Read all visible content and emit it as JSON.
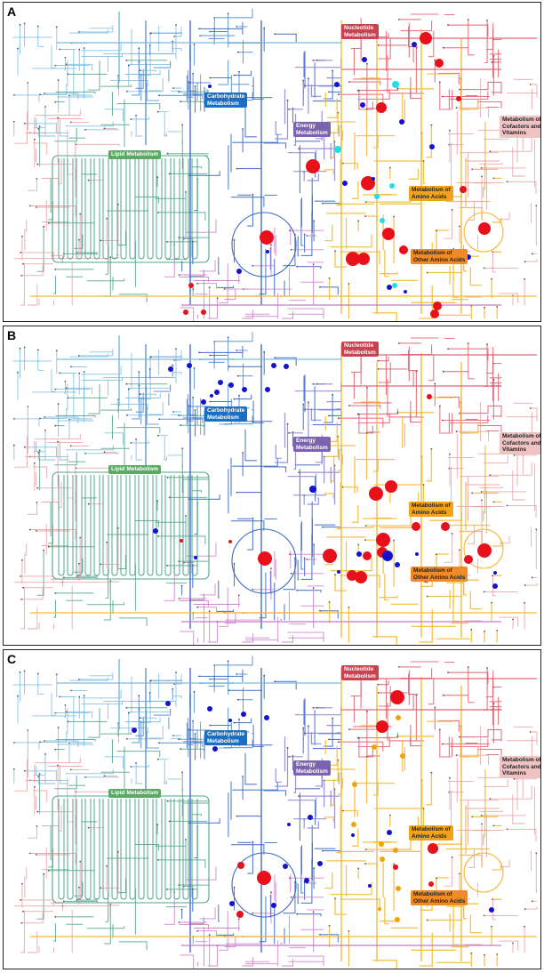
{
  "panels": [
    {
      "letter": "A"
    },
    {
      "letter": "B"
    },
    {
      "letter": "C"
    }
  ],
  "categories": {
    "nucleotide": {
      "line1": "Nucleotide",
      "line2": "Metabolism",
      "color": "#c84350"
    },
    "carbohydrate": {
      "line1": "Carbohydrate",
      "line2": "Metabolism",
      "color": "#1a6fc4"
    },
    "energy": {
      "line1": "Energy",
      "line2": "Metabolism",
      "color": "#7b63b0"
    },
    "cofactors": {
      "line1": "Metabolism of",
      "line2": "Cofactors and",
      "line3": "Vitamins",
      "color": "#efc3c3"
    },
    "lipid": {
      "line1": "Lipid Metabolism",
      "color": "#5ea866"
    },
    "amino": {
      "line1": "Metabolism of",
      "line2": "Amino Acids",
      "color": "#f2a31b"
    },
    "other_amino": {
      "line1": "Metabolism of",
      "line2": "Other Amino Acids",
      "color": "#ef8a25"
    }
  },
  "pathway_colors": {
    "lipid": "#4fa48c",
    "glycan": "#5b8fd6",
    "carbohydrate": "#3a68c8",
    "energy": "#8a7fd0",
    "nucleotide": "#e06070",
    "amino": "#f5b732",
    "cofactor": "#e89aa0",
    "xenobiotic": "#c873c8",
    "secondary": "#74b8e0"
  },
  "marker_colors": {
    "up": "#e8101a",
    "down": "#1212d0",
    "cyan": "#1fe0e8",
    "orange": "#f0a30a"
  }
}
